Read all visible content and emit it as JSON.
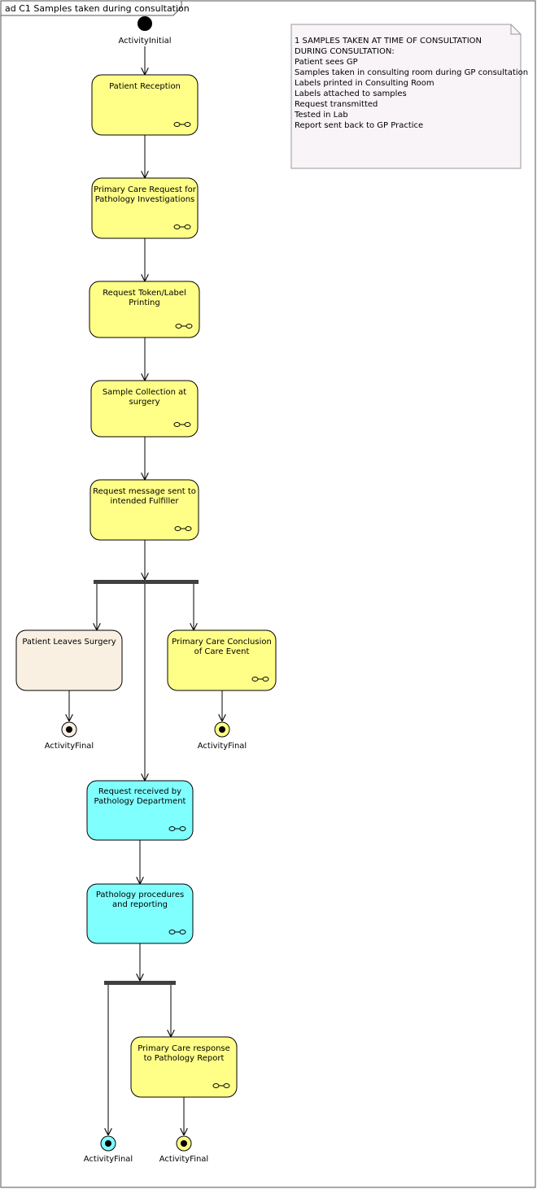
{
  "diagram": {
    "title": "ad C1 Samples taken during consultation",
    "initial_label": "ActivityInitial",
    "final_label": "ActivityFinal",
    "activities": {
      "patient_reception": "Patient Reception",
      "primary_care_request": "Primary Care Request for Pathology Investigations",
      "token_label_printing": "Request Token/Label Printing",
      "sample_collection": "Sample Collection at surgery",
      "request_message_sent": "Request message sent to intended Fulfiller",
      "patient_leaves": "Patient Leaves Surgery",
      "conclusion_of_care": "Primary Care Conclusion of Care Event",
      "request_received": "Request received by Pathology Department",
      "pathology_procedures": "Pathology procedures and reporting",
      "primary_care_response": "Primary Care response to Pathology Report"
    },
    "note": {
      "lines": [
        "1 SAMPLES TAKEN AT TIME OF CONSULTATION",
        "DURING CONSULTATION:",
        "Patient sees GP",
        "Samples taken in consulting room during GP consultation",
        "Labels printed in Consulting Room",
        "Labels attached to samples",
        "Request transmitted",
        "Tested in Lab",
        "Report sent back to GP Practice"
      ]
    },
    "colors": {
      "primary_care": "#FFFF88",
      "patient": "#F9F0E2",
      "pathology": "#80FFFF",
      "note": "#F8F4F8",
      "bar": "#404040"
    }
  }
}
